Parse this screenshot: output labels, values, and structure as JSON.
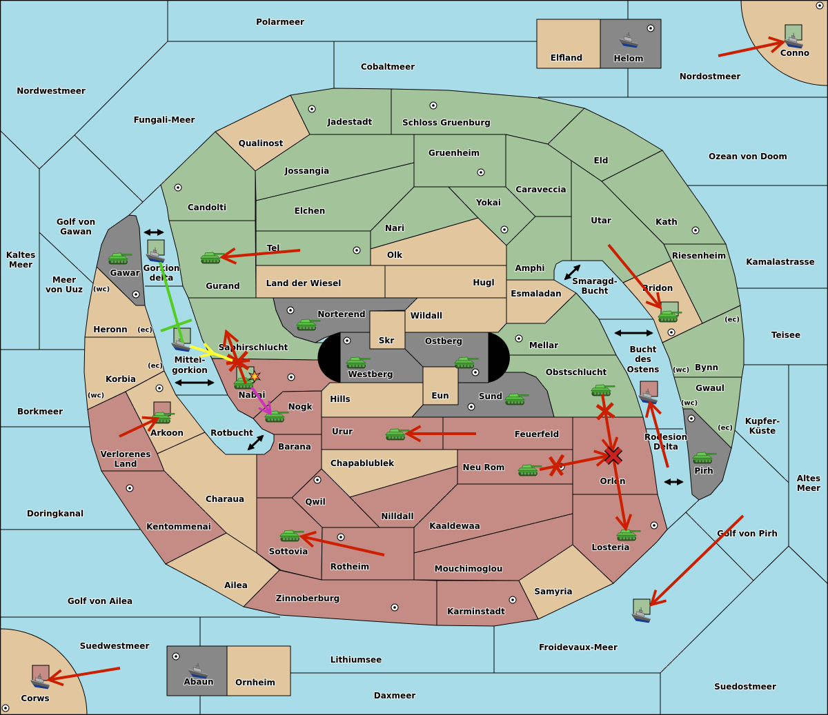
{
  "owners": {
    "green": "#a3c49a",
    "red": "#c48c84",
    "gray": "#888888",
    "neutral": "#e2c69e"
  },
  "palette": {
    "sea": "#a8dce8",
    "impassable": "#000000",
    "move_order": "#cc1f00",
    "support_order": "#ffff33",
    "support_hold_order": "#55cc22",
    "retreat_order": "#cc33bb",
    "crossing_arrow": "#000000",
    "army_icon": "#4aa83a",
    "fleet_hull": "#6e6e6e"
  },
  "territories": {
    "polarmeer": {
      "type": "sea",
      "label": [
        "Polarmeer"
      ]
    },
    "cobaltmeer": {
      "type": "sea",
      "label": [
        "Cobaltmeer"
      ]
    },
    "nordwestmeer": {
      "type": "sea",
      "label": [
        "Nordwestmeer"
      ]
    },
    "fungali_meer": {
      "type": "sea",
      "label": [
        "Fungali-Meer"
      ]
    },
    "nordostmeer": {
      "type": "sea",
      "label": [
        "Nordostmeer"
      ]
    },
    "ozean_von_doom": {
      "type": "sea",
      "label": [
        "Ozean von Doom"
      ]
    },
    "golf_von_gawan": {
      "type": "sea",
      "label": [
        "Golf von",
        "Gawan"
      ]
    },
    "kaltes_meer": {
      "type": "sea",
      "label": [
        "Kaltes",
        "Meer"
      ]
    },
    "meer_von_uuz": {
      "type": "sea",
      "label": [
        "Meer",
        "von Uuz"
      ]
    },
    "kamalastrasse": {
      "type": "sea",
      "label": [
        "Kamalastrasse"
      ]
    },
    "teisee": {
      "type": "sea",
      "label": [
        "Teisee"
      ]
    },
    "borkmeer": {
      "type": "sea",
      "label": [
        "Borkmeer"
      ]
    },
    "kupfer_kueste": {
      "type": "sea",
      "label": [
        "Kupfer-",
        "Küste"
      ]
    },
    "altes_meer": {
      "type": "sea",
      "label": [
        "Altes",
        "Meer"
      ]
    },
    "doringkanal": {
      "type": "sea",
      "label": [
        "Doringkanal"
      ]
    },
    "golf_von_pirh": {
      "type": "sea",
      "label": [
        "Golf von Pirh"
      ]
    },
    "golf_von_ailea": {
      "type": "sea",
      "label": [
        "Golf von Ailea"
      ]
    },
    "suedwestmeer": {
      "type": "sea",
      "label": [
        "Suedwestmeer"
      ]
    },
    "lithiumsee": {
      "type": "sea",
      "label": [
        "Lithiumsee"
      ]
    },
    "froidevaux_meer": {
      "type": "sea",
      "label": [
        "Froidevaux-Meer"
      ]
    },
    "daxmeer": {
      "type": "sea",
      "label": [
        "Daxmeer"
      ]
    },
    "suedostmeer": {
      "type": "sea",
      "label": [
        "Suedostmeer"
      ]
    },
    "smaragd_bucht": {
      "type": "sea",
      "label": [
        "Smaragd-",
        "Bucht"
      ]
    },
    "bucht_des_ostens": {
      "type": "sea",
      "label": [
        "Bucht",
        "des",
        "Ostens"
      ]
    },
    "rodesion_delta": {
      "type": "sea",
      "label": [
        "Rodesion",
        "Delta"
      ]
    },
    "gorkion_delta": {
      "type": "sea",
      "label": [
        "Gorkion",
        "delta"
      ]
    },
    "mittel_gorkion": {
      "type": "sea",
      "label": [
        "Mittel-",
        "gorkion"
      ]
    },
    "rotbucht": {
      "type": "sea",
      "label": [
        "Rotbucht"
      ]
    },
    "elfland": {
      "type": "land",
      "owner": "neutral",
      "supply_center": false,
      "label": [
        "Elfland"
      ]
    },
    "helom": {
      "type": "land",
      "owner": "gray",
      "supply_center": true,
      "label": [
        "Helom"
      ]
    },
    "conno": {
      "type": "land",
      "owner": "neutral",
      "supply_center": true,
      "label": [
        "Conno"
      ]
    },
    "qualinost": {
      "type": "land",
      "owner": "neutral",
      "supply_center": false,
      "label": [
        "Qualinost"
      ]
    },
    "jadestadt": {
      "type": "land",
      "owner": "green",
      "supply_center": true,
      "label": [
        "Jadestadt"
      ]
    },
    "schloss_gruenburg": {
      "type": "land",
      "owner": "green",
      "supply_center": true,
      "label": [
        "Schloss Gruenburg"
      ]
    },
    "candolti": {
      "type": "land",
      "owner": "green",
      "supply_center": true,
      "label": [
        "Candolti"
      ]
    },
    "jossangia": {
      "type": "land",
      "owner": "green",
      "supply_center": false,
      "label": [
        "Jossangia"
      ]
    },
    "gruenheim": {
      "type": "land",
      "owner": "green",
      "supply_center": true,
      "label": [
        "Gruenheim"
      ]
    },
    "elchen": {
      "type": "land",
      "owner": "green",
      "supply_center": false,
      "label": [
        "Elchen"
      ]
    },
    "tel": {
      "type": "land",
      "owner": "green",
      "supply_center": true,
      "label": [
        "Tel"
      ]
    },
    "nari": {
      "type": "land",
      "owner": "green",
      "supply_center": false,
      "label": [
        "Nari"
      ]
    },
    "olk": {
      "type": "land",
      "owner": "neutral",
      "supply_center": false,
      "label": [
        "Olk"
      ]
    },
    "yokai": {
      "type": "land",
      "owner": "green",
      "supply_center": true,
      "label": [
        "Yokai"
      ]
    },
    "caraveccia": {
      "type": "land",
      "owner": "green",
      "supply_center": false,
      "label": [
        "Caraveccia"
      ]
    },
    "eld": {
      "type": "land",
      "owner": "green",
      "supply_center": false,
      "label": [
        "Eld"
      ]
    },
    "kath": {
      "type": "land",
      "owner": "green",
      "supply_center": true,
      "label": [
        "Kath"
      ]
    },
    "utar": {
      "type": "land",
      "owner": "green",
      "supply_center": false,
      "label": [
        "Utar"
      ]
    },
    "riesenheim": {
      "type": "land",
      "owner": "green",
      "supply_center": false,
      "label": [
        "Riesenheim"
      ]
    },
    "bridon": {
      "type": "land",
      "owner": "neutral",
      "supply_center": true,
      "label": [
        "Bridon"
      ]
    },
    "amphi": {
      "type": "land",
      "owner": "green",
      "supply_center": false,
      "label": [
        "Amphi"
      ]
    },
    "esmaladan": {
      "type": "land",
      "owner": "neutral",
      "supply_center": false,
      "label": [
        "Esmaladan"
      ]
    },
    "hugl": {
      "type": "land",
      "owner": "neutral",
      "supply_center": false,
      "label": [
        "Hugl"
      ]
    },
    "land_der_wiesel": {
      "type": "land",
      "owner": "neutral",
      "supply_center": false,
      "label": [
        "Land der Wiesel"
      ]
    },
    "wildall": {
      "type": "land",
      "owner": "neutral",
      "supply_center": false,
      "label": [
        "Wildall"
      ]
    },
    "skr": {
      "type": "land",
      "owner": "neutral",
      "supply_center": false,
      "label": [
        "Skr"
      ]
    },
    "norterend": {
      "type": "land",
      "owner": "gray",
      "supply_center": true,
      "label": [
        "Norterend"
      ]
    },
    "westberg": {
      "type": "land",
      "owner": "gray",
      "supply_center": true,
      "label": [
        "Westberg"
      ]
    },
    "ostberg": {
      "type": "land",
      "owner": "gray",
      "supply_center": true,
      "label": [
        "Ostberg"
      ]
    },
    "eun": {
      "type": "land",
      "owner": "neutral",
      "supply_center": false,
      "label": [
        "Eun"
      ]
    },
    "sund": {
      "type": "land",
      "owner": "gray",
      "supply_center": true,
      "label": [
        "Sund"
      ]
    },
    "hills": {
      "type": "land",
      "owner": "neutral",
      "supply_center": false,
      "label": [
        "Hills"
      ]
    },
    "mellar": {
      "type": "land",
      "owner": "green",
      "supply_center": true,
      "label": [
        "Mellar"
      ]
    },
    "obstschlucht": {
      "type": "land",
      "owner": "green",
      "supply_center": false,
      "label": [
        "Obstschlucht"
      ]
    },
    "bynn": {
      "type": "land",
      "owner": "green",
      "supply_center": false,
      "label": [
        "Bynn"
      ]
    },
    "gwaul": {
      "type": "land",
      "owner": "green",
      "supply_center": false,
      "label": [
        "Gwaul"
      ]
    },
    "pirh": {
      "type": "land",
      "owner": "gray",
      "supply_center": true,
      "label": [
        "Pirh"
      ]
    },
    "gawar": {
      "type": "land",
      "owner": "gray",
      "supply_center": true,
      "label": [
        "Gawar"
      ]
    },
    "gurand": {
      "type": "land",
      "owner": "green",
      "supply_center": false,
      "label": [
        "Gurand"
      ]
    },
    "saphirschlucht": {
      "type": "land",
      "owner": "green",
      "supply_center": false,
      "label": [
        "Saphirschlucht"
      ]
    },
    "heronn": {
      "type": "land",
      "owner": "neutral",
      "supply_center": false,
      "label": [
        "Heronn"
      ]
    },
    "korbia": {
      "type": "land",
      "owner": "neutral",
      "supply_center": false,
      "label": [
        "Korbia"
      ]
    },
    "arkoon": {
      "type": "land",
      "owner": "neutral",
      "supply_center": true,
      "label": [
        "Arkoon"
      ]
    },
    "verlorenes_land": {
      "type": "land",
      "owner": "red",
      "supply_center": false,
      "label": [
        "Verlorenes",
        "Land"
      ]
    },
    "kentommenai": {
      "type": "land",
      "owner": "red",
      "supply_center": true,
      "label": [
        "Kentommenai"
      ]
    },
    "charaua": {
      "type": "land",
      "owner": "neutral",
      "supply_center": false,
      "label": [
        "Charaua"
      ]
    },
    "ailea": {
      "type": "land",
      "owner": "neutral",
      "supply_center": false,
      "label": [
        "Ailea"
      ]
    },
    "nabai": {
      "type": "land",
      "owner": "red",
      "supply_center": true,
      "label": [
        "Nabai"
      ]
    },
    "nogk": {
      "type": "land",
      "owner": "red",
      "supply_center": false,
      "label": [
        "Nogk"
      ]
    },
    "barana": {
      "type": "land",
      "owner": "red",
      "supply_center": false,
      "label": [
        "Barana"
      ]
    },
    "urur": {
      "type": "land",
      "owner": "red",
      "supply_center": false,
      "label": [
        "Urur"
      ]
    },
    "feuerfeld": {
      "type": "land",
      "owner": "red",
      "supply_center": false,
      "label": [
        "Feuerfeld"
      ]
    },
    "neu_rom": {
      "type": "land",
      "owner": "red",
      "supply_center": true,
      "label": [
        "Neu Rom"
      ]
    },
    "chapablublek": {
      "type": "land",
      "owner": "neutral",
      "supply_center": false,
      "label": [
        "Chapablublek"
      ]
    },
    "orlon": {
      "type": "land",
      "owner": "red",
      "supply_center": false,
      "label": [
        "Orlon"
      ]
    },
    "qwil": {
      "type": "land",
      "owner": "red",
      "supply_center": true,
      "label": [
        "Qwil"
      ]
    },
    "nilldall": {
      "type": "land",
      "owner": "red",
      "supply_center": false,
      "label": [
        "Nilldall"
      ]
    },
    "kaaldewaa": {
      "type": "land",
      "owner": "red",
      "supply_center": false,
      "label": [
        "Kaaldewaa"
      ]
    },
    "sottovia": {
      "type": "land",
      "owner": "red",
      "supply_center": false,
      "label": [
        "Sottovia"
      ]
    },
    "rotheim": {
      "type": "land",
      "owner": "red",
      "supply_center": true,
      "label": [
        "Rotheim"
      ]
    },
    "mouchimoglou": {
      "type": "land",
      "owner": "red",
      "supply_center": false,
      "label": [
        "Mouchimoglou"
      ]
    },
    "zinnoberburg": {
      "type": "land",
      "owner": "red",
      "supply_center": true,
      "label": [
        "Zinnoberburg"
      ]
    },
    "karminstadt": {
      "type": "land",
      "owner": "red",
      "supply_center": true,
      "label": [
        "Karminstadt"
      ]
    },
    "samyria": {
      "type": "land",
      "owner": "neutral",
      "supply_center": false,
      "label": [
        "Samyria"
      ]
    },
    "losteria": {
      "type": "land",
      "owner": "red",
      "supply_center": true,
      "label": [
        "Losteria"
      ]
    },
    "abaun": {
      "type": "land",
      "owner": "gray",
      "supply_center": true,
      "label": [
        "Abaun"
      ]
    },
    "ornheim": {
      "type": "land",
      "owner": "neutral",
      "supply_center": false,
      "label": [
        "Ornheim"
      ]
    },
    "corws": {
      "type": "land",
      "owner": "neutral",
      "supply_center": true,
      "label": [
        "Corws"
      ]
    }
  },
  "coast_labels": {
    "heronn_wc": "(wc)",
    "heronn_ec": "(ec)",
    "korbia_ec": "(ec)",
    "korbia_wc": "(wc)",
    "bynn_ec": "(ec)",
    "bynn_wc": "(wc)",
    "gwaul_wc": "(wc)",
    "gwaul_ec": "(ec)"
  },
  "units": [
    {
      "kind": "army",
      "territory": "gawar"
    },
    {
      "kind": "army",
      "territory": "gurand"
    },
    {
      "kind": "army",
      "territory": "norterend"
    },
    {
      "kind": "army",
      "territory": "westberg"
    },
    {
      "kind": "army",
      "territory": "ostberg"
    },
    {
      "kind": "army",
      "territory": "sund"
    },
    {
      "kind": "army",
      "territory": "nabai",
      "marker": "green",
      "dislodged": true
    },
    {
      "kind": "army",
      "territory": "nogk"
    },
    {
      "kind": "army",
      "territory": "arkoon",
      "marker": "red"
    },
    {
      "kind": "army",
      "territory": "urur"
    },
    {
      "kind": "army",
      "territory": "neu_rom"
    },
    {
      "kind": "army",
      "territory": "obstschlucht"
    },
    {
      "kind": "army",
      "territory": "losteria"
    },
    {
      "kind": "army",
      "territory": "sottovia"
    },
    {
      "kind": "army",
      "territory": "bridon",
      "marker": "green"
    },
    {
      "kind": "army",
      "territory": "pirh"
    },
    {
      "kind": "fleet",
      "territory": "helom"
    },
    {
      "kind": "fleet",
      "territory": "conno",
      "marker": "green"
    },
    {
      "kind": "fleet",
      "territory": "gorkion_delta",
      "marker": "green"
    },
    {
      "kind": "fleet",
      "territory": "mittel_gorkion",
      "marker": "green"
    },
    {
      "kind": "fleet",
      "territory": "bucht_des_ostens",
      "marker": "red"
    },
    {
      "kind": "fleet",
      "territory": "corws",
      "marker": "red"
    },
    {
      "kind": "fleet",
      "territory": "froidevaux_meer",
      "marker": "green"
    },
    {
      "kind": "fleet",
      "territory": "abaun"
    }
  ],
  "orders": [
    {
      "type": "move",
      "from": "nordostmeer",
      "to": "conno"
    },
    {
      "type": "move",
      "from": "tel",
      "to": "gurand"
    },
    {
      "type": "move",
      "from": "utar",
      "to": "bridon"
    },
    {
      "type": "move",
      "from": "verlorenes_land",
      "to": "arkoon"
    },
    {
      "type": "move",
      "from": "feuerfeld",
      "to": "urur"
    },
    {
      "type": "move",
      "from": "rotheim",
      "to": "sottovia"
    },
    {
      "type": "move",
      "from": "golf_von_pirh",
      "to": "froidevaux_meer"
    },
    {
      "type": "move",
      "from": "suedwestmeer",
      "to": "corws"
    },
    {
      "type": "move",
      "from": "obstschlucht",
      "to": "orlon",
      "failed": true
    },
    {
      "type": "move",
      "from": "neu_rom",
      "to": "orlon",
      "failed": true
    },
    {
      "type": "move",
      "from": "orlon",
      "to": "losteria"
    },
    {
      "type": "move",
      "from": "rodesion_delta",
      "to": "bucht_des_ostens"
    },
    {
      "type": "move",
      "from": "nabai",
      "to": "saphirschlucht",
      "failed": true
    },
    {
      "type": "support",
      "from": "mittel_gorkion",
      "to": "nabai"
    },
    {
      "type": "support_hold",
      "from": "gorkion_delta",
      "to": "mittel_gorkion"
    },
    {
      "type": "retreat",
      "from": "nabai",
      "to": "nogk"
    }
  ],
  "markers": [
    {
      "type": "standoff",
      "territory": "orlon"
    },
    {
      "type": "dislodged",
      "territory": "nabai"
    }
  ],
  "crossings": [
    "gorkion_delta",
    "mittel_gorkion",
    "rotbucht",
    "smaragd_bucht",
    "bucht_des_ostens",
    "rodesion_delta"
  ]
}
